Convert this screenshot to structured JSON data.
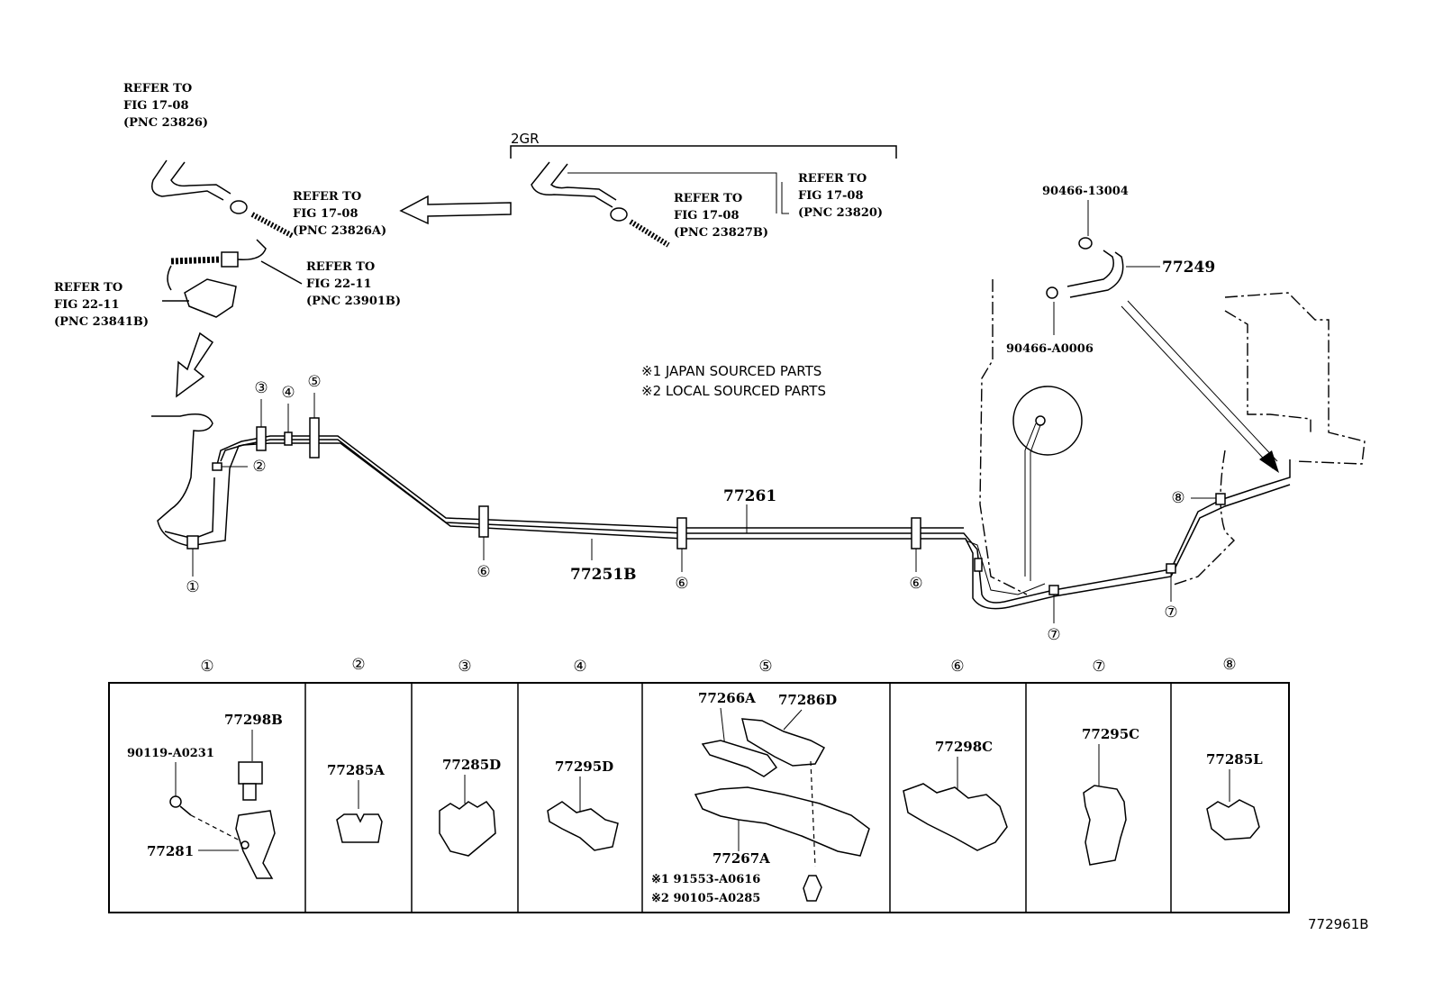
{
  "refs": {
    "r1": {
      "line1": "REFER TO",
      "line2": "FIG 17-08",
      "line3": "(PNC 23826)"
    },
    "r2": {
      "line1": "REFER TO",
      "line2": "FIG 17-08",
      "line3": "(PNC 23826A)"
    },
    "r3": {
      "line1": "REFER TO",
      "line2": "FIG 22-11",
      "line3": "(PNC 23901B)"
    },
    "r4": {
      "line1": "REFER TO",
      "line2": "FIG 22-11",
      "line3": "(PNC 23841B)"
    },
    "r5": {
      "line1": "REFER TO",
      "line2": "FIG 17-08",
      "line3": "(PNC 23827B)"
    },
    "r6": {
      "line1": "REFER TO",
      "line2": "FIG 17-08",
      "line3": "(PNC 23820)"
    }
  },
  "engine_label": "2GR",
  "notes": {
    "n1": "※1 JAPAN SOURCED PARTS",
    "n2": "※2 LOCAL SOURCED PARTS"
  },
  "parts": {
    "p_90466_13004": "90466-13004",
    "p_77249": "77249",
    "p_90466_A0006": "90466-A0006",
    "p_77261": "77261",
    "p_77251B": "77251B"
  },
  "callouts": [
    "①",
    "②",
    "③",
    "④",
    "⑤",
    "⑥",
    "⑦",
    "⑧"
  ],
  "table": {
    "headers": [
      "①",
      "②",
      "③",
      "④",
      "⑤",
      "⑥",
      "⑦",
      "⑧"
    ],
    "c1": {
      "a": "77298B",
      "b": "90119-A0231",
      "c": "77281"
    },
    "c2": {
      "a": "77285A"
    },
    "c3": {
      "a": "77285D"
    },
    "c4": {
      "a": "77295D"
    },
    "c5": {
      "a": "77266A",
      "b": "77286D",
      "c": "77267A",
      "d": "※1 91553-A0616",
      "e": "※2 90105-A0285"
    },
    "c6": {
      "a": "77298C"
    },
    "c7": {
      "a": "77295C"
    },
    "c8": {
      "a": "77285L"
    }
  },
  "figure_id": "772961B"
}
